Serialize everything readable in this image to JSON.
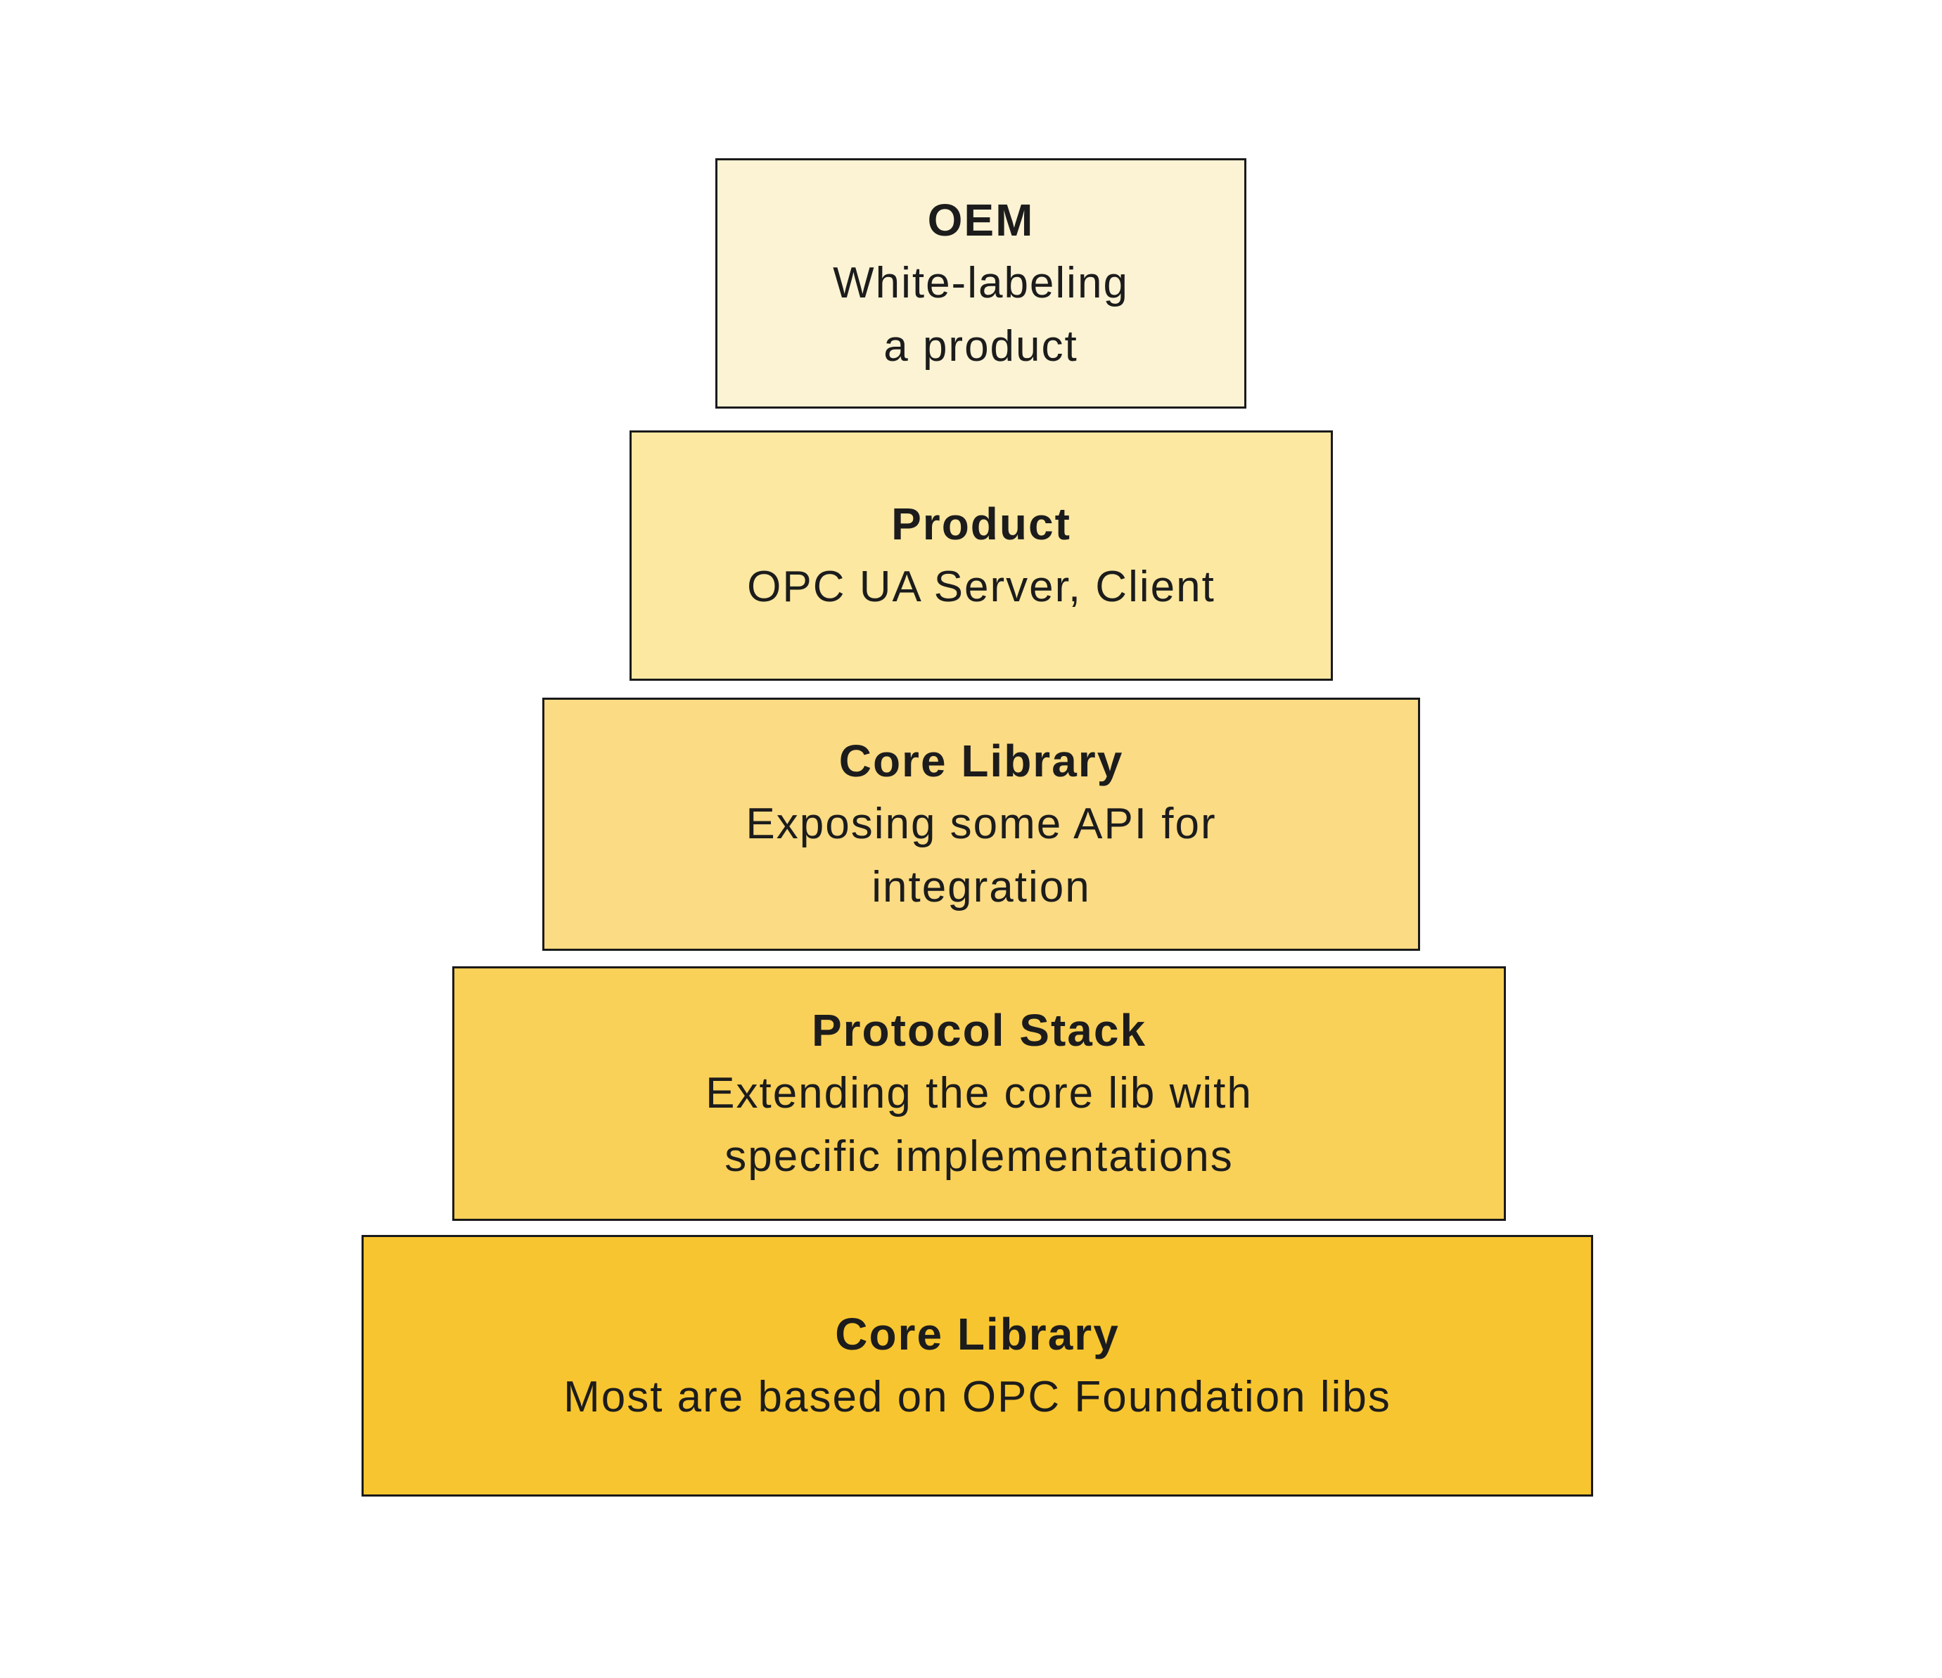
{
  "diagram": {
    "type": "stacked-pyramid",
    "background_color": "#ffffff",
    "border_color": "#1a1a1a",
    "text_color": "#1c1c1c",
    "layers": [
      {
        "title": "OEM",
        "lines": [
          "White-labeling",
          "a product"
        ],
        "fill": "#FCF3D4"
      },
      {
        "title": "Product",
        "lines": [
          "OPC UA Server, Client"
        ],
        "fill": "#FCE8A1"
      },
      {
        "title": "Core Library",
        "lines": [
          "Exposing some API for",
          "integration"
        ],
        "fill": "#FBDB84"
      },
      {
        "title": "Protocol Stack",
        "lines": [
          "Extending the core lib with",
          "specific implementations"
        ],
        "fill": "#F9D058"
      },
      {
        "title": "Core Library",
        "lines": [
          "Most are based on OPC Foundation libs"
        ],
        "fill": "#F7C52F"
      }
    ]
  }
}
